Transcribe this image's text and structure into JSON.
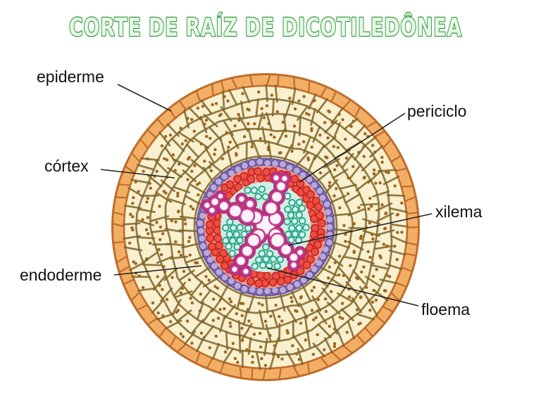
{
  "title": {
    "text": "CORTE DE RAÍZ DE DICOTILEDÔNEA"
  },
  "labels": [
    {
      "id": "epiderme",
      "text": "epiderme"
    },
    {
      "id": "cortex",
      "text": "córtex"
    },
    {
      "id": "endoderme",
      "text": "endoderme"
    },
    {
      "id": "periciclo",
      "text": "periciclo"
    },
    {
      "id": "xilema",
      "text": "xilema"
    },
    {
      "id": "floema",
      "text": "floema"
    }
  ],
  "palette": {
    "background": "#ffffff",
    "title_outline": "#2f9e41",
    "title_fill": "#eaf6e7",
    "label_text": "#111111",
    "leader_line": "#222222",
    "epidermis_fill": "#f3ae66",
    "epidermis_outline": "#bf6d2a",
    "cortex_fill": "#f8f0cf",
    "cortex_line": "#7f6428",
    "cortex_dot": "#a2641e",
    "endodermis_bg": "#9c8bc4",
    "endodermis_cell": "#b9a8d8",
    "endodermis_outline": "#6a57a2",
    "pericycle_bg": "#f29a90",
    "pericycle_cell": "#ee4f44",
    "pericycle_outline": "#c3271f",
    "phloem_bg": "#cfeee4",
    "phloem_cell": "#dcf4ec",
    "phloem_outline": "#2ca88b",
    "xylem_fill": "#fdf2fa",
    "xylem_outline": "#c23b8b",
    "xylem_outline_dark": "#b5307f"
  }
}
